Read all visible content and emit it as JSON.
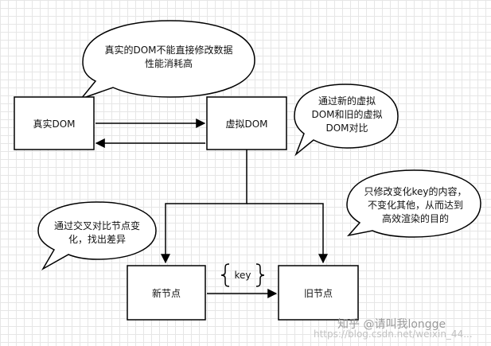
{
  "nodes": {
    "real_dom": "真实DOM",
    "virtual_dom": "虚拟DOM",
    "new_node": "新节点",
    "old_node": "旧节点"
  },
  "key_label": "key",
  "bubbles": {
    "top": [
      "真实的DOM不能直接修改数据",
      "性能消耗高"
    ],
    "right_top": [
      "通过新的虚拟",
      "DOM和旧的虚拟",
      "DOM对比"
    ],
    "right_mid": [
      "只修改变化key的内容，",
      "不变化其他，从而达到",
      "高效渲染的目的"
    ],
    "left_mid": [
      "通过交叉对比节点变",
      "化，找出差异"
    ]
  },
  "watermark": {
    "main": "知乎 @请叫我longge",
    "sub": "https://blog.csdn.net/weixin_44..."
  }
}
